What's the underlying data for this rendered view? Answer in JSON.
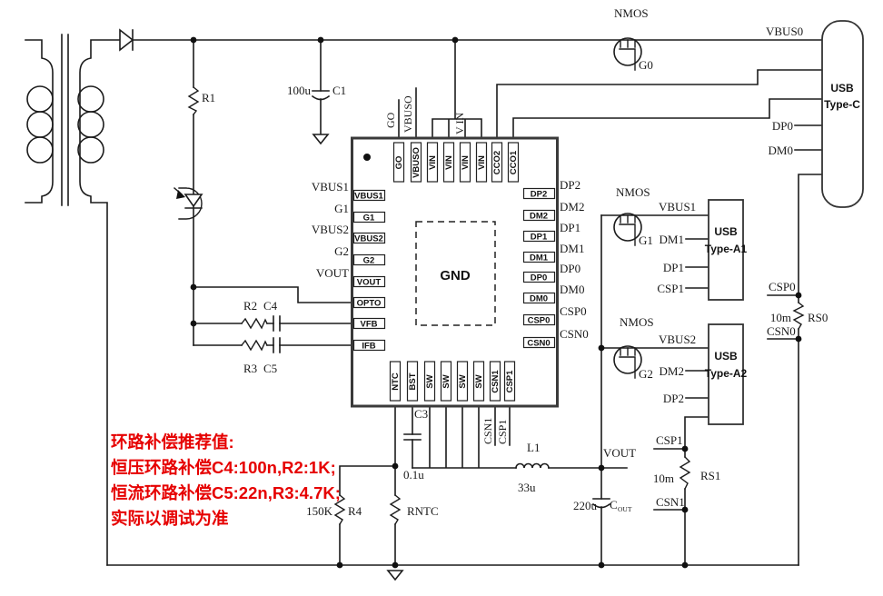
{
  "ic": {
    "pad_label": "GND",
    "pins_top": [
      "GO",
      "VBUSO",
      "VIN",
      "VIN",
      "VIN",
      "VIN",
      "CCO2",
      "CCO1"
    ],
    "pins_left": [
      "VBUS1",
      "G1",
      "VBUS2",
      "G2",
      "VOUT",
      "OPTO",
      "VFB",
      "IFB"
    ],
    "pins_right": [
      "DP2",
      "DM2",
      "DP1",
      "DM1",
      "DP0",
      "DM0",
      "CSP0",
      "CSN0"
    ],
    "pins_bottom": [
      "NTC",
      "BST",
      "SW",
      "SW",
      "SW",
      "SW",
      "CSN1",
      "CSP1"
    ]
  },
  "net_labels": {
    "go": "GO",
    "vbuso": "VBUSO",
    "vin": "V IN",
    "vbus0": "VBUS0",
    "vbus1": "VBUS1",
    "vbus2": "VBUS2",
    "g0": "G0",
    "g1": "G1",
    "g2": "G2",
    "vout": "VOUT",
    "dp0": "DP0",
    "dm0": "DM0",
    "dp1": "DP1",
    "dm1": "DM1",
    "dp2": "DP2",
    "dm2": "DM2",
    "csp0": "CSP0",
    "csn0": "CSN0",
    "csp1": "CSP1",
    "csn1": "CSN1"
  },
  "components": {
    "nmos": "NMOS",
    "r1": "R1",
    "r2": "R2",
    "r3": "R3",
    "r4": "R4",
    "r4_value": "150K",
    "rntc": "RNTC",
    "rs0": "RS0",
    "rs0_value": "10m",
    "rs1": "RS1",
    "rs1_value": "10m",
    "c1": "C1",
    "c1_value": "100u",
    "c3": "C3",
    "c3_value": "0.1u",
    "c4": "C4",
    "c5": "C5",
    "cout_main": "C",
    "cout_sub": "OUT",
    "cout_value": "220u",
    "l1": "L1",
    "l1_value": "33u"
  },
  "connectors": {
    "type_c": {
      "line1": "USB",
      "line2": "Type-C"
    },
    "type_a1": {
      "line1": "USB",
      "line2": "Type-A1"
    },
    "type_a2": {
      "line1": "USB",
      "line2": "Type-A2"
    }
  },
  "annotation": {
    "color": "#e60000",
    "line1": "环路补偿推荐值:",
    "line2": "恒压环路补偿C4:100n,R2:1K;",
    "line3": "恒流环路补偿C5:22n,R3:4.7K;",
    "line4": "实际以调试为准"
  }
}
